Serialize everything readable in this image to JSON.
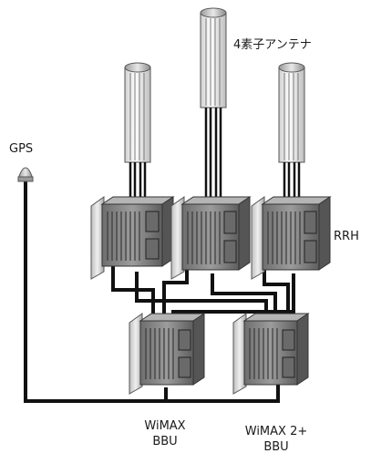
{
  "labels": {
    "antenna": "4素子アンテナ",
    "gps": "GPS",
    "rrh": "RRH",
    "bbu_wimax_line1": "WiMAX",
    "bbu_wimax_line2": "BBU",
    "bbu_wimax2_line1": "WiMAX 2+",
    "bbu_wimax2_line2": "BBU"
  },
  "colors": {
    "cable": "#111111",
    "unit_body": "#8a8a8a",
    "unit_dark": "#4a4a4a",
    "unit_light": "#d9d9d9",
    "radome": "#f2f2f2",
    "outline": "#222222"
  }
}
